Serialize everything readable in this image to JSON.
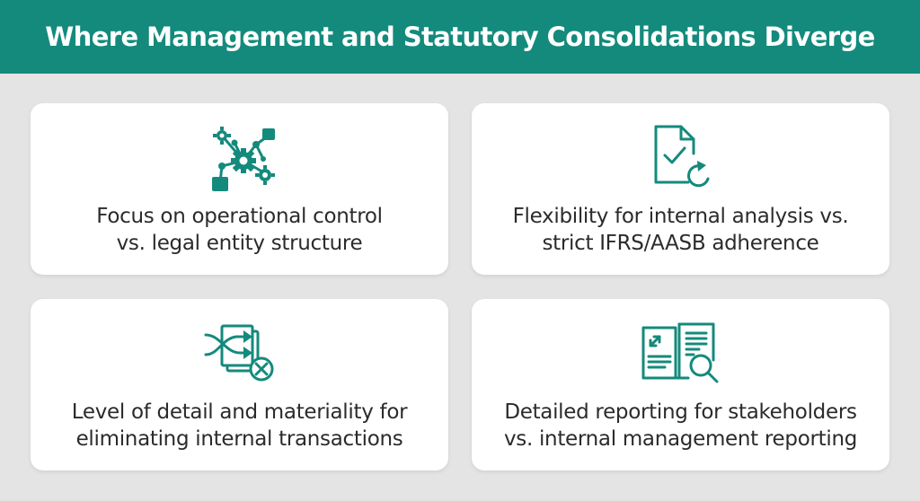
{
  "header": {
    "title": "Where Management and Statutory Consolidations Diverge"
  },
  "colors": {
    "accent": "#148a7c",
    "background": "#e4e4e4",
    "card": "#ffffff",
    "text": "#2b2b2b"
  },
  "cards": [
    {
      "icon": "network-gears-icon",
      "lines": [
        "Focus on operational control",
        "vs. legal entity structure"
      ]
    },
    {
      "icon": "document-check-refresh-icon",
      "lines": [
        "Flexibility for internal analysis vs.",
        "strict IFRS/AASB adherence"
      ]
    },
    {
      "icon": "shuffle-documents-remove-icon",
      "lines": [
        "Level of detail and materiality for",
        "eliminating internal transactions"
      ]
    },
    {
      "icon": "report-magnifier-icon",
      "lines": [
        "Detailed reporting for stakeholders",
        "vs. internal management reporting"
      ]
    }
  ]
}
